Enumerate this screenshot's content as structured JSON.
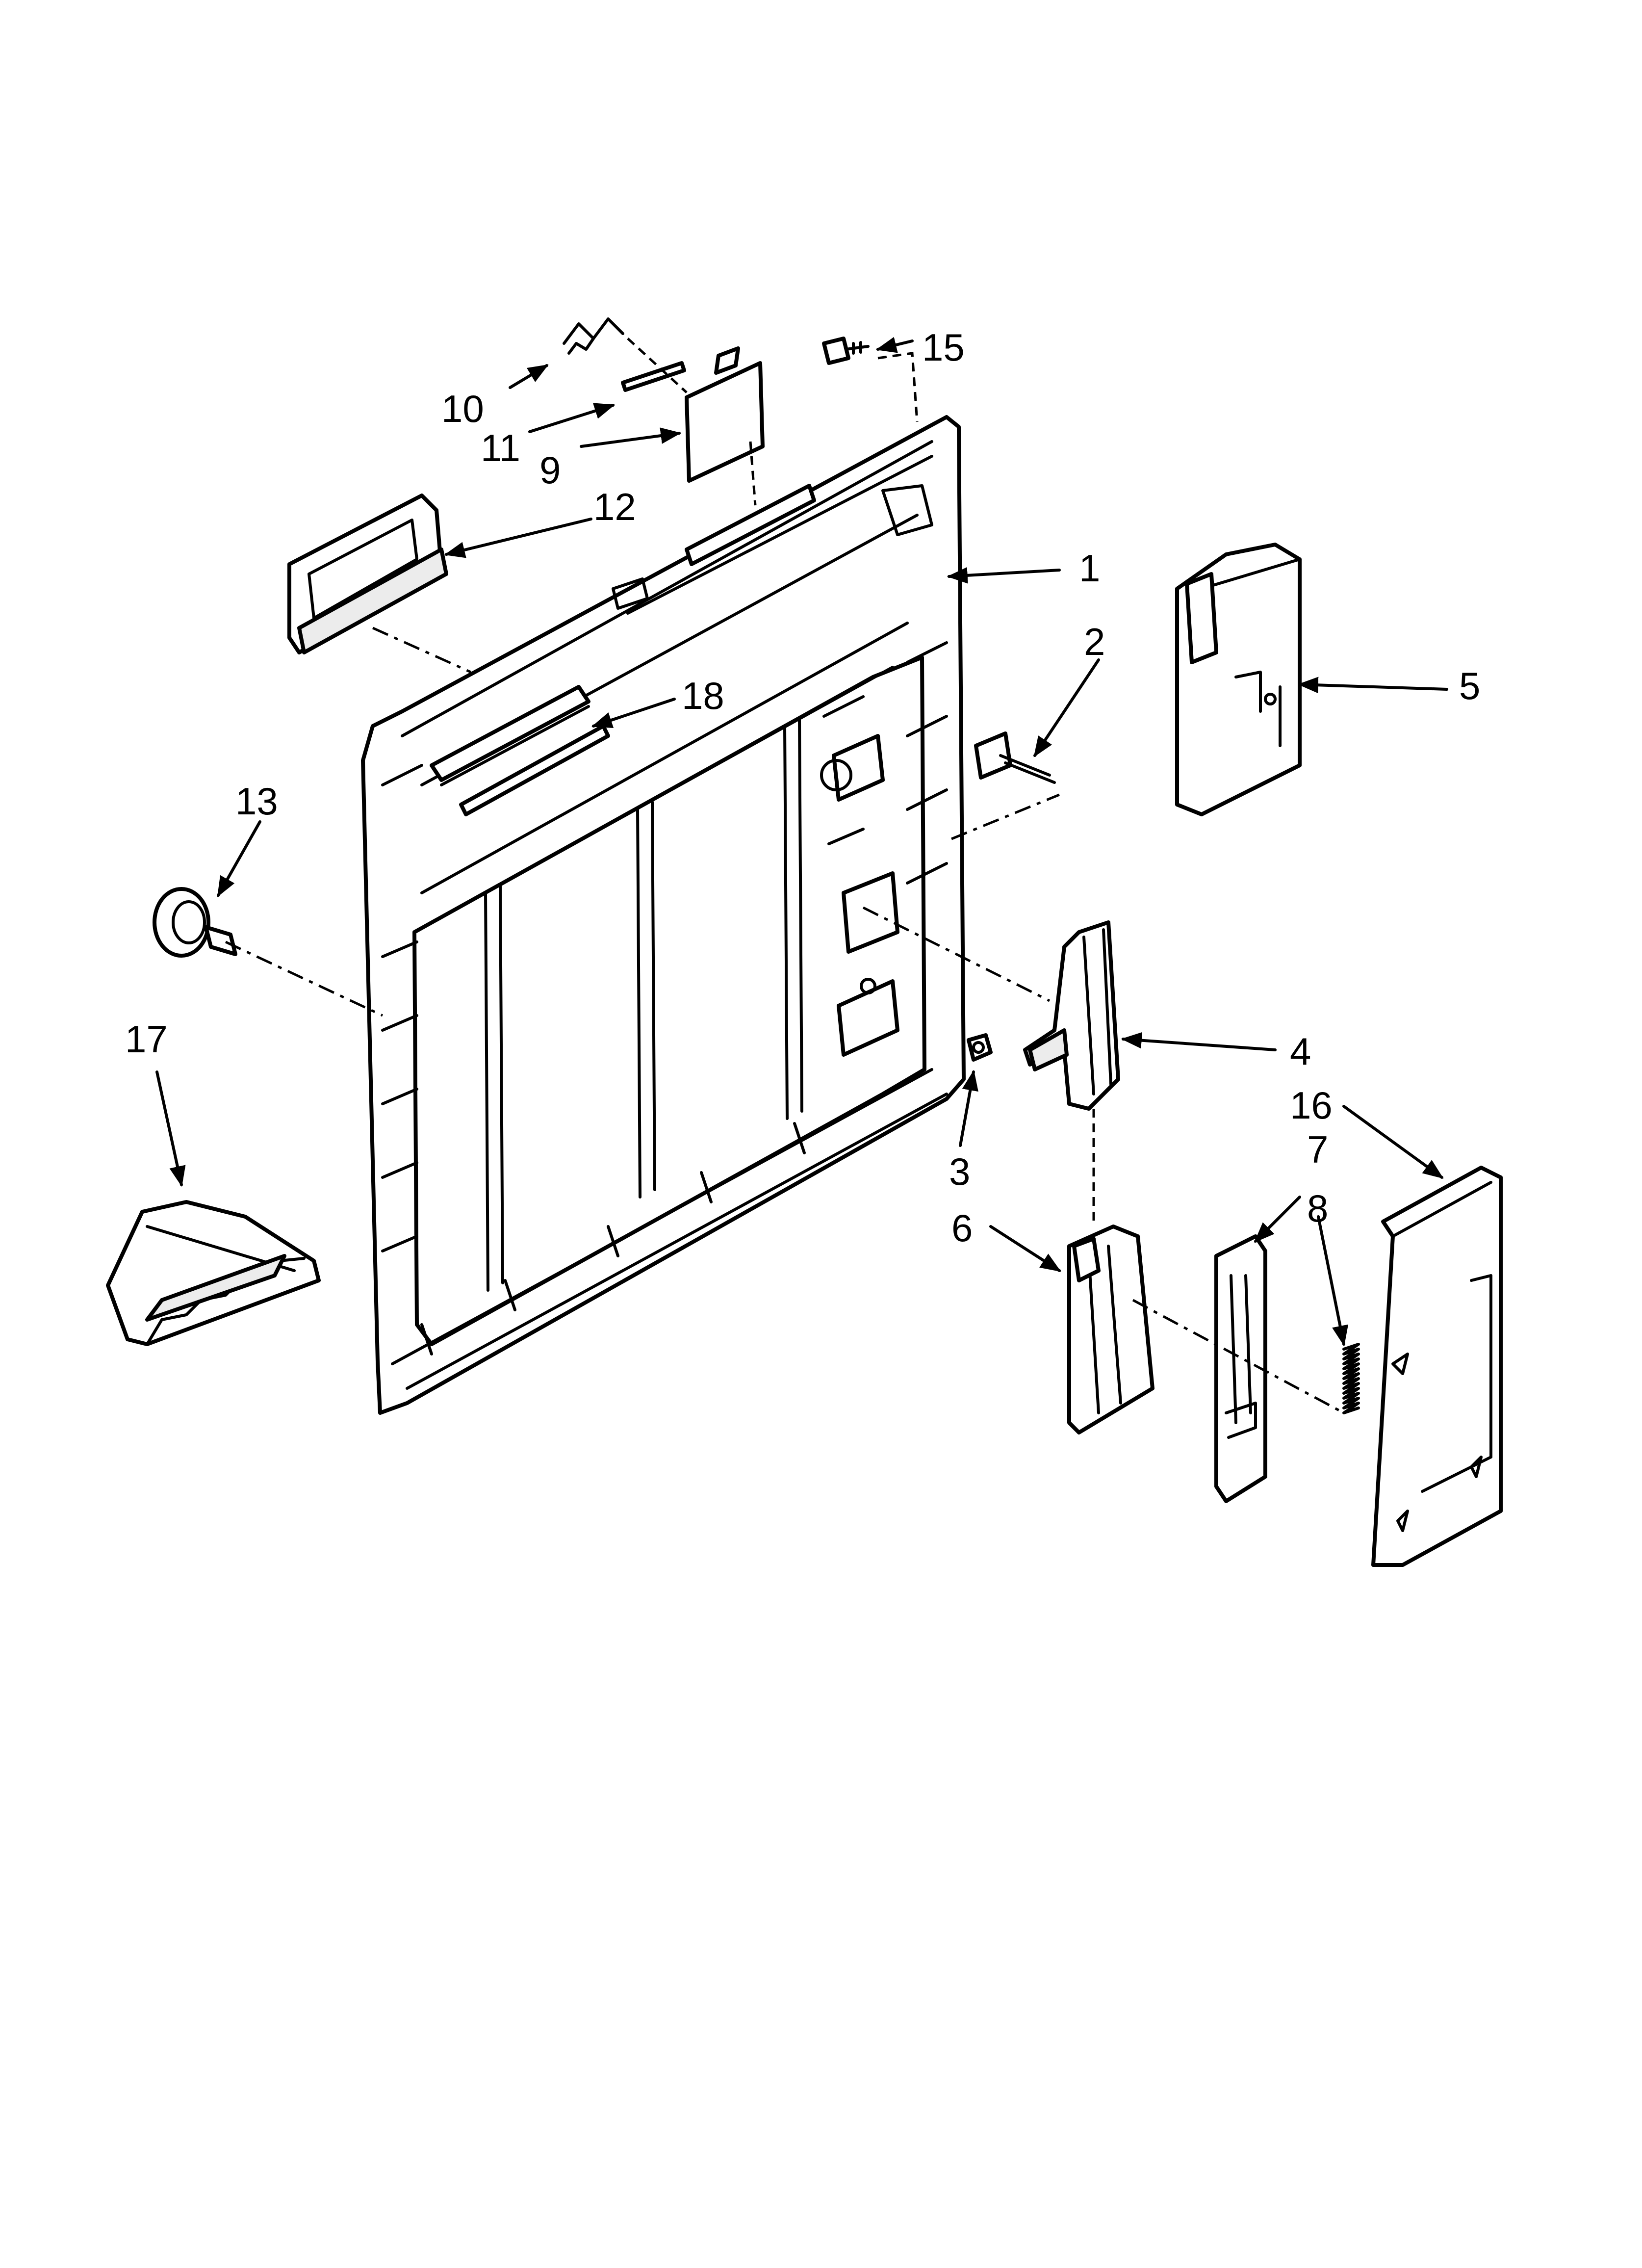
{
  "callouts": [
    {
      "id": "1",
      "label": "1"
    },
    {
      "id": "2",
      "label": "2"
    },
    {
      "id": "3",
      "label": "3"
    },
    {
      "id": "4",
      "label": "4"
    },
    {
      "id": "5",
      "label": "5"
    },
    {
      "id": "6",
      "label": "6"
    },
    {
      "id": "7",
      "label": "7"
    },
    {
      "id": "8",
      "label": "8"
    },
    {
      "id": "9",
      "label": "9"
    },
    {
      "id": "10",
      "label": "10"
    },
    {
      "id": "11",
      "label": "11"
    },
    {
      "id": "12",
      "label": "12"
    },
    {
      "id": "13",
      "label": "13"
    },
    {
      "id": "15",
      "label": "15"
    },
    {
      "id": "16",
      "label": "16"
    },
    {
      "id": "17",
      "label": "17"
    },
    {
      "id": "18",
      "label": "18"
    }
  ],
  "colors": {
    "line": "#000000",
    "background": "#ffffff",
    "shade": "#ececec"
  }
}
